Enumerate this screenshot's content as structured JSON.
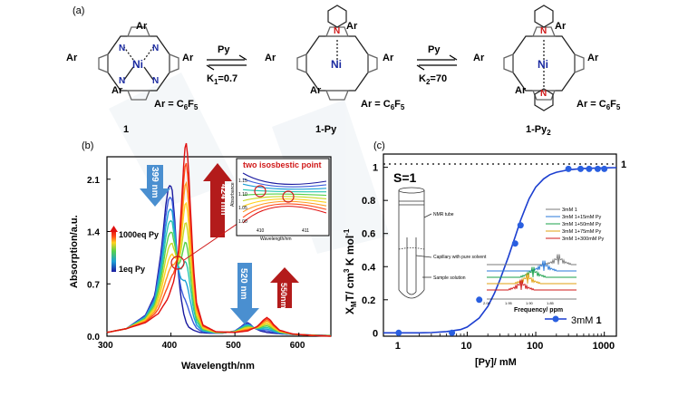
{
  "panel_a": {
    "label": "(a)",
    "reaction1": {
      "reagent": "Py",
      "k_label": "K1=0.7",
      "k_sub": "1",
      "k_value": "=0.7"
    },
    "reaction2": {
      "reagent": "Py",
      "k_label": "K2=70",
      "k_sub": "2",
      "k_value": "=70"
    },
    "ar_label": "Ar",
    "ar_definition": "Ar = C6F5",
    "metal": "Ni",
    "pyridine_N": "N",
    "pyrrole_N": "N",
    "compounds": [
      {
        "label": "1"
      },
      {
        "label": "1-Py"
      },
      {
        "label": "1-Py2"
      }
    ]
  },
  "chart_data": [
    {
      "panel": "(b)",
      "type": "line",
      "xlabel": "Wavelength/nm",
      "ylabel": "Absorption/a.u.",
      "xlim": [
        300,
        650
      ],
      "ylim": [
        0,
        2.4
      ],
      "xticks": [
        "300",
        "400",
        "500",
        "600"
      ],
      "yticks": [
        "0.0",
        "0.7",
        "1.4",
        "2.1"
      ],
      "legend": {
        "top": "1000eq Py",
        "bottom": "1eq Py"
      },
      "colormap": [
        "#1a1aa0",
        "#3b5bdb",
        "#1c9fd6",
        "#27c7b0",
        "#57d14a",
        "#c8d825",
        "#ffd21f",
        "#ff9a1e",
        "#ff4a1a",
        "#e01010"
      ],
      "annotations": [
        {
          "text": "399 nm",
          "direction": "down",
          "color": "#4a8fd0"
        },
        {
          "text": "424 nm",
          "direction": "up",
          "color": "#b31b1b"
        },
        {
          "text": "520 nm",
          "direction": "down",
          "color": "#4a8fd0"
        },
        {
          "text": "550nm",
          "direction": "up",
          "color": "#b31b1b"
        }
      ],
      "series_first": {
        "name": "1eq Py",
        "x": [
          300,
          330,
          360,
          375,
          385,
          392,
          396,
          399,
          402,
          406,
          410,
          415,
          420,
          424,
          428,
          435,
          445,
          460,
          480,
          500,
          510,
          516,
          520,
          524,
          530,
          540,
          550,
          560,
          575,
          600,
          650
        ],
        "y": [
          0.05,
          0.1,
          0.28,
          0.55,
          1.15,
          1.75,
          1.98,
          2.03,
          1.95,
          1.55,
          1.0,
          0.55,
          0.3,
          0.18,
          0.12,
          0.08,
          0.05,
          0.04,
          0.04,
          0.07,
          0.13,
          0.17,
          0.18,
          0.16,
          0.11,
          0.07,
          0.05,
          0.04,
          0.03,
          0.02,
          0.01
        ]
      },
      "series_last": {
        "name": "1000eq Py",
        "x": [
          300,
          330,
          360,
          380,
          395,
          405,
          412,
          416,
          420,
          422,
          424,
          427,
          430,
          435,
          440,
          450,
          470,
          500,
          520,
          535,
          545,
          550,
          555,
          560,
          570,
          590,
          620,
          650
        ],
        "y": [
          0.05,
          0.1,
          0.18,
          0.3,
          0.5,
          0.75,
          1.15,
          1.7,
          2.3,
          2.52,
          2.58,
          2.35,
          1.8,
          0.95,
          0.45,
          0.15,
          0.06,
          0.05,
          0.07,
          0.13,
          0.22,
          0.25,
          0.22,
          0.16,
          0.08,
          0.03,
          0.01,
          0.0
        ]
      },
      "inset": {
        "title": "two isosbestic point",
        "xlabel": "Wavelength/nm",
        "ylabel": "Absorbance",
        "xticks": [
          "410",
          "411"
        ],
        "yticks": [
          "1.15",
          "1.10",
          "1.05",
          "1.00"
        ]
      }
    },
    {
      "panel": "(c)",
      "type": "scatter",
      "xlabel": "[Py]/ mM",
      "ylabel": "XMT/ cm3 K mol-1",
      "xscale": "log",
      "xlim": [
        0.6,
        1500
      ],
      "ylim": [
        -0.02,
        1.08
      ],
      "xticks": [
        "1",
        "10",
        "100",
        "1000"
      ],
      "yticks": [
        "0",
        "0.2",
        "0.4",
        "0.6",
        "0.8",
        "1"
      ],
      "reference_line": {
        "y": 1,
        "label": "1"
      },
      "spin_label": "S=1",
      "legend": "3mM 1",
      "series": [
        {
          "name": "3mM 1",
          "x": [
            1,
            6,
            15,
            50,
            60,
            300,
            450,
            600,
            800,
            1000
          ],
          "y": [
            0.0,
            0.0,
            0.2,
            0.54,
            0.65,
            0.99,
            0.99,
            0.99,
            0.99,
            0.99
          ]
        }
      ],
      "fit_curve": {
        "x": [
          0.6,
          1,
          2,
          3,
          5,
          8,
          10,
          15,
          20,
          25,
          30,
          40,
          50,
          60,
          70,
          80,
          100,
          130,
          160,
          200,
          300,
          500,
          1000,
          1500
        ],
        "y": [
          0.0,
          0.0,
          0.0,
          0.002,
          0.008,
          0.02,
          0.035,
          0.09,
          0.16,
          0.24,
          0.32,
          0.46,
          0.58,
          0.68,
          0.75,
          0.81,
          0.88,
          0.93,
          0.955,
          0.97,
          0.985,
          0.993,
          0.997,
          0.998
        ]
      },
      "nmr_tube_labels": [
        "NMR tube",
        "Capillary with pure solvent",
        "Sample solution"
      ],
      "nmr_inset": {
        "legend": [
          "3mM 1",
          "3mM 1+15mM Py",
          "3mM 1+50mM Py",
          "3mM 1+75mM Py",
          "3mM 1+300mM Py"
        ],
        "colors": [
          "#7a7a7a",
          "#2a7ad9",
          "#1aa04a",
          "#e0a010",
          "#d01818"
        ],
        "xlabel": "Frequency/ ppm",
        "xticks": [
          "2.00",
          "1.95",
          "1.90",
          "1.85"
        ]
      }
    }
  ]
}
